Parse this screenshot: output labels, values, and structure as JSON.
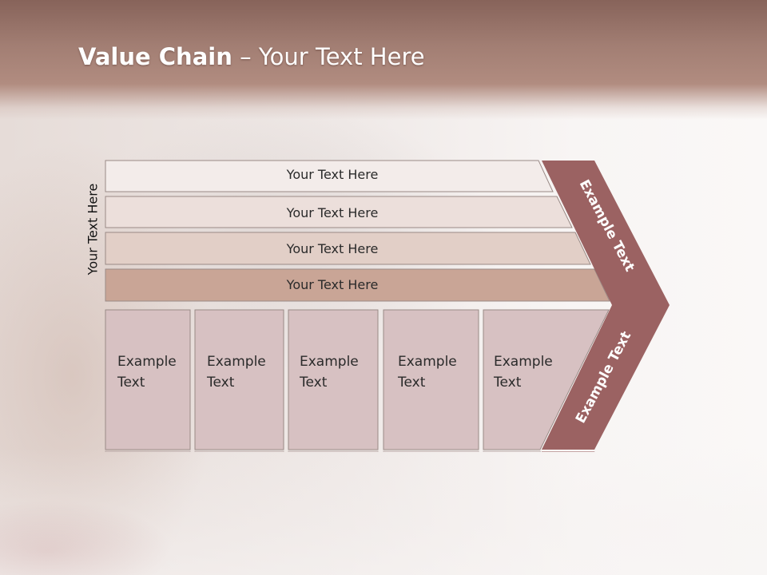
{
  "title": {
    "bold": "Value Chain",
    "rest": " – Your Text Here"
  },
  "vertical_label": "Your Text Here",
  "bars": [
    {
      "label": "Your Text Here",
      "color": "#f3ecea"
    },
    {
      "label": "Your Text Here",
      "color": "#ecdfdb"
    },
    {
      "label": "Your Text Here",
      "color": "#e2cfc7"
    },
    {
      "label": "Your Text Here",
      "color": "#c9a596"
    }
  ],
  "boxes": [
    {
      "line1": "Example",
      "line2": "Text"
    },
    {
      "line1": "Example",
      "line2": "Text"
    },
    {
      "line1": "Example",
      "line2": "Text"
    },
    {
      "line1": "Example",
      "line2": "Text"
    },
    {
      "line1": "Example",
      "line2": "Text"
    }
  ],
  "box_color": "#d7c1c2",
  "chevron": {
    "upper_label": "Example Text",
    "lower_label": "Example Text",
    "color": "#9b6262"
  }
}
